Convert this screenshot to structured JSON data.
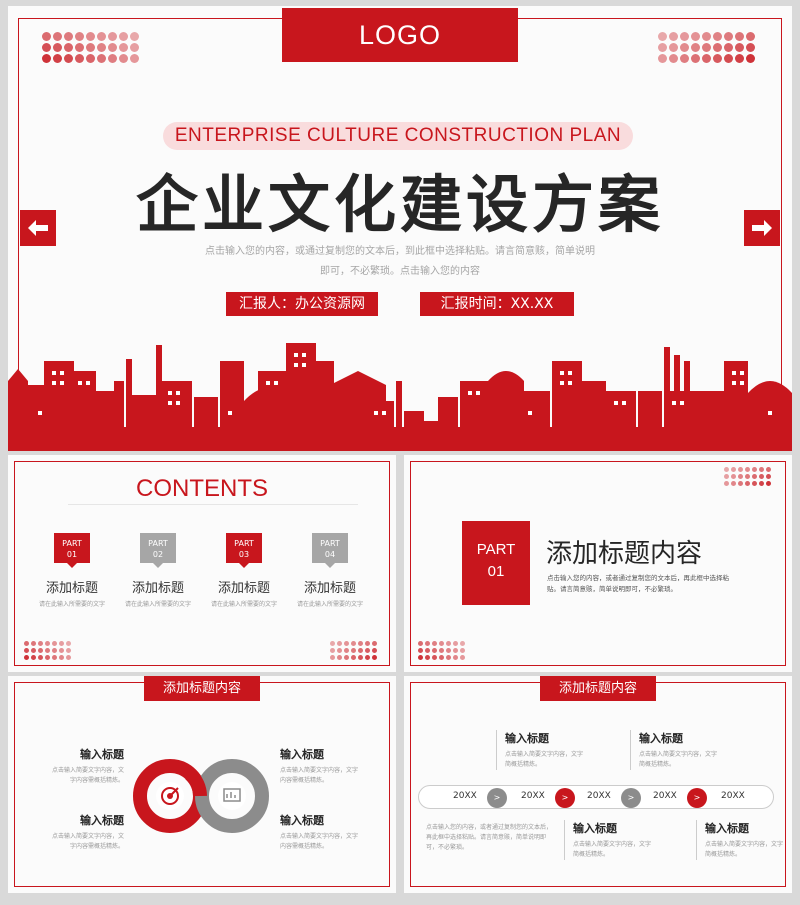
{
  "colors": {
    "accent": "#c8161d",
    "gray": "#a6a6a6",
    "dark_text": "#262626"
  },
  "cover": {
    "logo": "LOGO",
    "en_title": "ENTERPRISE CULTURE CONSTRUCTION PLAN",
    "cn_title": "企业文化建设方案",
    "subtitle_line1": "点击输入您的内容，或通过复制您的文本后，到此框中选择粘贴。请言简意赅，简单说明",
    "subtitle_line2": "即可，不必繁琐。点击输入您的内容",
    "reporter": "汇报人：办公资源网",
    "report_time": "汇报时间：XX.XX",
    "prev_icon": "arrow-left-icon",
    "next_icon": "arrow-right-icon"
  },
  "contents": {
    "title": "CONTENTS",
    "parts": [
      {
        "part": "PART",
        "num": "01",
        "title": "添加标题",
        "desc": "请在此输入所需要的文字",
        "color": "red"
      },
      {
        "part": "PART",
        "num": "02",
        "title": "添加标题",
        "desc": "请在此输入所需要的文字",
        "color": "gray"
      },
      {
        "part": "PART",
        "num": "03",
        "title": "添加标题",
        "desc": "请在此输入所需要的文字",
        "color": "red"
      },
      {
        "part": "PART",
        "num": "04",
        "title": "添加标题",
        "desc": "请在此输入所需要的文字",
        "color": "gray"
      }
    ]
  },
  "part1": {
    "part": "PART",
    "num": "01",
    "title": "添加标题内容",
    "desc": "点击输入您的内容，或者通过复制您的文本后，再此框中选择粘贴。请言简意赅，简单说明即可，不必繁琐。"
  },
  "infinity": {
    "header": "添加标题内容",
    "left_icon": "target-icon",
    "right_icon": "chart-icon",
    "blocks": [
      {
        "title": "输入标题",
        "desc": "点击输入简要文字内容，文字内容需概括精炼。"
      },
      {
        "title": "输入标题",
        "desc": "点击输入简要文字内容，文字内容需概括精炼。"
      },
      {
        "title": "输入标题",
        "desc": "点击输入简要文字内容，文字内容需概括精炼。"
      },
      {
        "title": "输入标题",
        "desc": "点击输入简要文字内容，文字内容需概括精炼。"
      }
    ]
  },
  "timeline": {
    "header": "添加标题内容",
    "years": [
      "20XX",
      "20XX",
      "20XX",
      "20XX",
      "20XX"
    ],
    "chevron": ">",
    "top_blocks": [
      {
        "title": "输入标题",
        "desc": "点击输入简要文字内容，文字简概括精炼。"
      },
      {
        "title": "输入标题",
        "desc": "点击输入简要文字内容，文字简概括精炼。"
      }
    ],
    "bottom_blocks": [
      {
        "title": "输入标题",
        "desc": "点击输入简要文字内容，文字简概括精炼。"
      },
      {
        "title": "输入标题",
        "desc": "点击输入简要文字内容，文字简概括精炼。"
      }
    ],
    "intro": "点击输入您的内容，或者通过复制您的文本后，再此框中选择粘贴。请言简意赅，简单说明即可，不必繁琐。"
  }
}
